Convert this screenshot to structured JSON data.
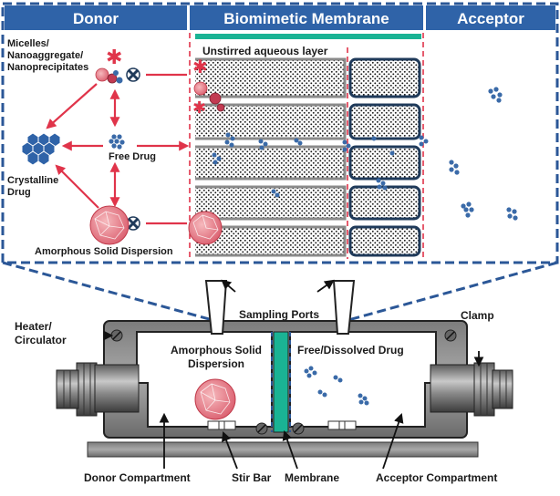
{
  "header": {
    "donor": "Donor",
    "membrane": "Biomimetic Membrane",
    "acceptor": "Acceptor"
  },
  "panel": {
    "uwl": "Unstirred aqueous layer",
    "micelles": [
      "Micelles/",
      "Nanoaggregate/",
      "Nanoprecipitates"
    ],
    "free_drug": "Free Drug",
    "crystalline": [
      "Crystalline",
      "Drug"
    ],
    "asd": "Amorphous Solid Dispersion"
  },
  "apparatus": {
    "sampling_ports": "Sampling Ports",
    "heater": [
      "Heater/",
      "Circulator"
    ],
    "clamp": "Clamp",
    "asd": [
      "Amorphous Solid",
      "Dispersion"
    ],
    "free_dissolved": "Free/Dissolved Drug",
    "donor_compartment": "Donor Compartment",
    "stir_bar": "Stir Bar",
    "membrane": "Membrane",
    "acceptor_compartment": "Acceptor Compartment"
  },
  "colors": {
    "header_blue": "#2f63a8",
    "dash_blue": "#2b5797",
    "red_arrow": "#e0344a",
    "membrane_teal": "#1ab394",
    "drug_blue": "#3a6aa8",
    "particle_pink": "#e8818a"
  }
}
